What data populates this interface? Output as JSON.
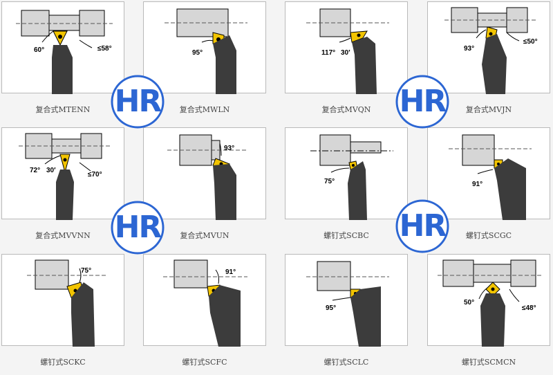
{
  "colors": {
    "holder": "#d6d6d6",
    "shank": "#3c3c3c",
    "insert": "#f2c400",
    "outline": "#000000",
    "badge_blue": "#2c66d3"
  },
  "badge": {
    "text": "HR"
  },
  "tiles": [
    {
      "name": "复合式MTENN",
      "angles": [
        "60°",
        "≤58°"
      ]
    },
    {
      "name": "复合式MWLN",
      "angles": [
        "95°"
      ]
    },
    {
      "name": "复合式MVQN",
      "angles": [
        "117°",
        "30′"
      ]
    },
    {
      "name": "复合式MVJN",
      "angles": [
        "93°",
        "≤50°"
      ]
    },
    {
      "name": "复合式MVVNN",
      "angles": [
        "72°",
        "30′",
        "≤70°"
      ]
    },
    {
      "name": "复合式MVUN",
      "angles": [
        "93°"
      ]
    },
    {
      "name": "螺钉式SCBC",
      "angles": [
        "75°"
      ]
    },
    {
      "name": "螺钉式SCGC",
      "angles": [
        "91°"
      ]
    },
    {
      "name": "螺钉式SCKC",
      "angles": [
        "75°"
      ]
    },
    {
      "name": "螺钉式SCFC",
      "angles": [
        "91°"
      ]
    },
    {
      "name": "螺钉式SCLC",
      "angles": [
        "95°"
      ]
    },
    {
      "name": "螺钉式SCMCN",
      "angles": [
        "50°",
        "≤48°"
      ]
    }
  ]
}
